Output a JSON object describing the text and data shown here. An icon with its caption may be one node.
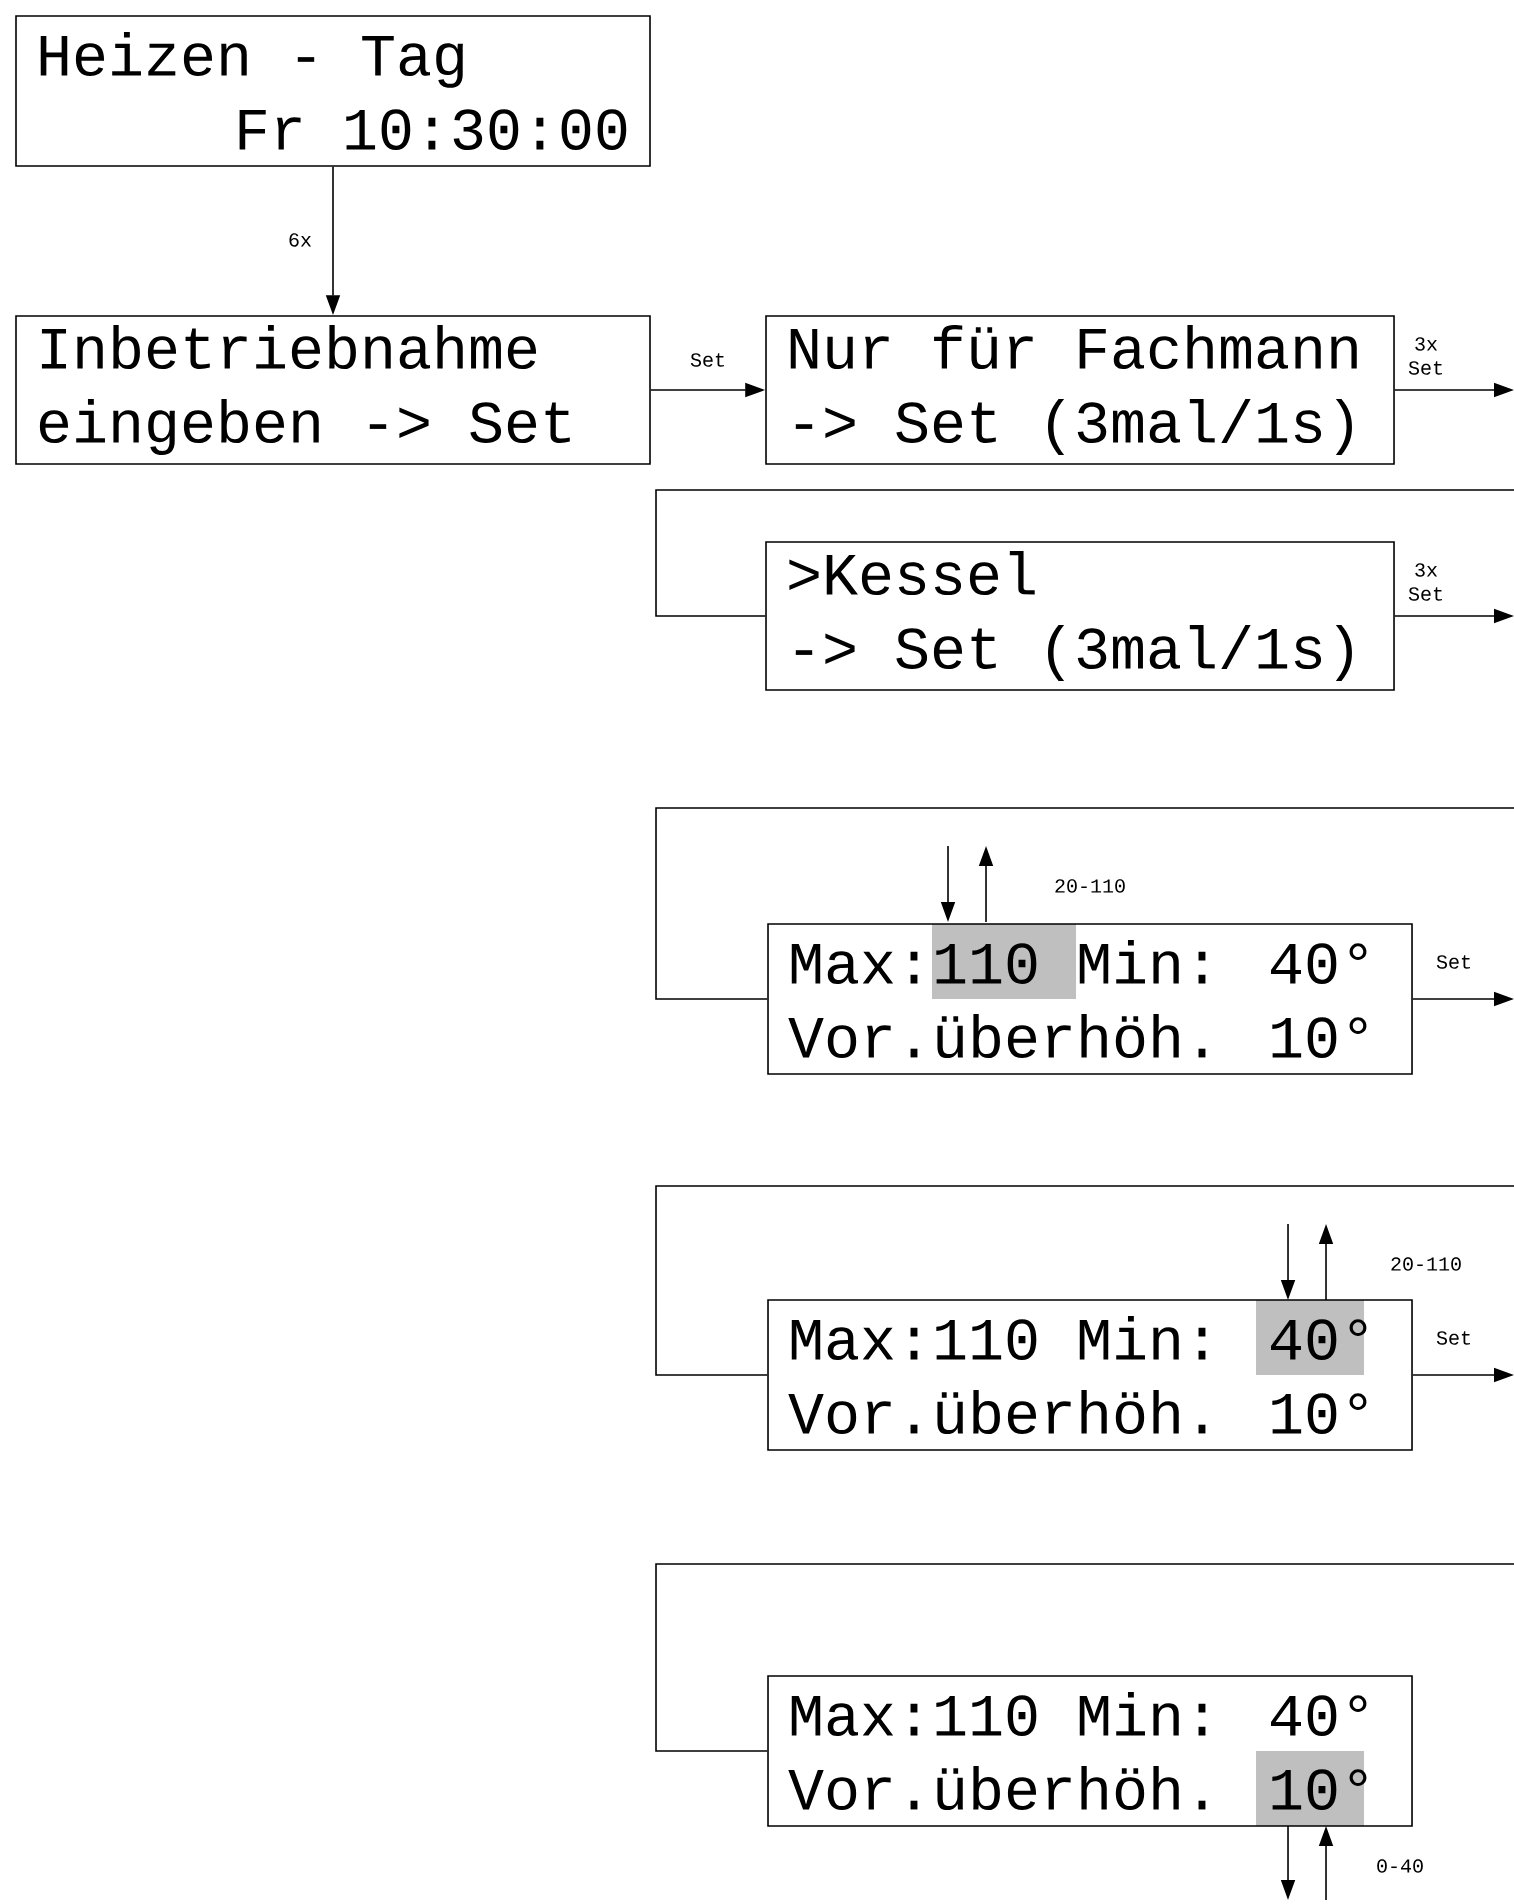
{
  "diagram": {
    "nodes": [
      {
        "text": [
          "Heizen - Tag",
          "Fr 10:30:00"
        ]
      },
      {
        "text": [
          "Inbetriebnahme",
          "eingeben -> Set"
        ]
      },
      {
        "text": [
          "Nur für Fachmann",
          "-> Set (3mal/1s)"
        ]
      },
      {
        "text": [
          ">Kessel",
          "-> Set (3mal/1s)"
        ]
      },
      {
        "text": [
          "Max:110 Min: 40°",
          "Vor.überhöh. 10°"
        ]
      },
      {
        "text": [
          "Max:110 Min: 40°",
          "Vor.überhöh. 10°"
        ]
      },
      {
        "text": [
          "Max:110 Min: 40°",
          "Vor.überhöh. 10°"
        ]
      }
    ],
    "edges": [
      {
        "from": 0,
        "to": 1,
        "arrow": "to",
        "label": "6x"
      },
      {
        "from": 1,
        "to": 2,
        "arrow": "to",
        "label": "Set"
      },
      {
        "from": 2,
        "to": null,
        "arrow": "to",
        "label": "3x Set"
      },
      {
        "from": null,
        "to": 3,
        "arrow": "none"
      },
      {
        "from": 3,
        "to": null,
        "arrow": "to",
        "label": "3x Set"
      },
      {
        "from": null,
        "to": 4,
        "arrow": "none"
      },
      {
        "from": 4,
        "to": null,
        "arrow": "to",
        "label": "Set"
      },
      {
        "from": null,
        "to": 5,
        "arrow": "none"
      },
      {
        "from": 5,
        "to": null,
        "arrow": "to",
        "label": "Set"
      },
      {
        "from": null,
        "to": 6,
        "arrow": "none"
      }
    ],
    "labels": [
      "20-110",
      "20-110",
      "0-40"
    ]
  }
}
